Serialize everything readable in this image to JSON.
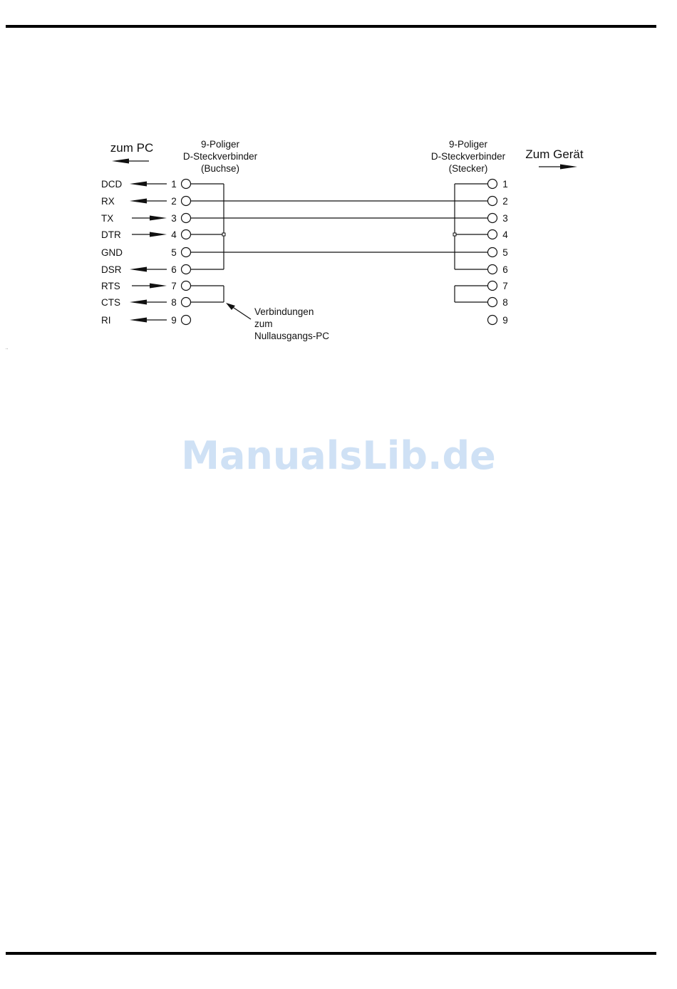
{
  "left_connector": {
    "direction_label": "zum PC",
    "title_lines": [
      "9-Poliger",
      "D-Steckverbinder",
      "(Buchse)"
    ]
  },
  "right_connector": {
    "direction_label": "Zum Gerät",
    "title_lines": [
      "9-Poliger",
      "D-Steckverbinder",
      "(Stecker)"
    ]
  },
  "pins": [
    {
      "num": "1",
      "signal": "DCD",
      "dir": "out"
    },
    {
      "num": "2",
      "signal": "RX",
      "dir": "out"
    },
    {
      "num": "3",
      "signal": "TX",
      "dir": "in"
    },
    {
      "num": "4",
      "signal": "DTR",
      "dir": "in"
    },
    {
      "num": "5",
      "signal": "GND",
      "dir": "none"
    },
    {
      "num": "6",
      "signal": "DSR",
      "dir": "out"
    },
    {
      "num": "7",
      "signal": "RTS",
      "dir": "in"
    },
    {
      "num": "8",
      "signal": "CTS",
      "dir": "out"
    },
    {
      "num": "9",
      "signal": "RI",
      "dir": "out"
    }
  ],
  "annotation_lines": [
    "Verbindungen",
    "zum",
    "Nullausgangs-PC"
  ],
  "watermark": "ManualsLib.de",
  "stray_mark": "..",
  "colors": {
    "line": "#111111",
    "watermark": "#cfe1f5"
  }
}
